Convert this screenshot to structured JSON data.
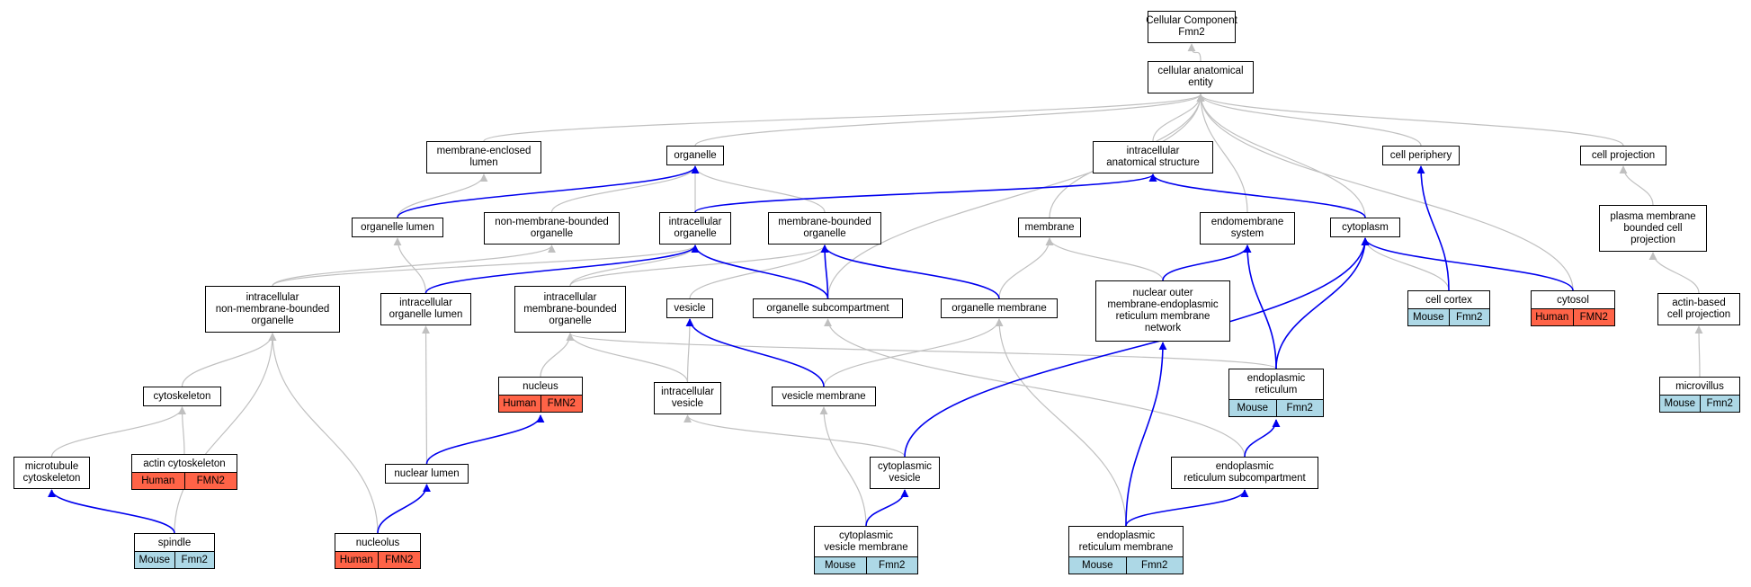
{
  "colors": {
    "edge_gray": "#c0c0c0",
    "edge_blue": "#0000ee",
    "mouse_bg": "#add8e6",
    "human_bg": "#ff6347"
  },
  "nodes": [
    {
      "id": "cc",
      "lines": [
        "Cellular Component",
        "Fmn2"
      ]
    },
    {
      "id": "cae",
      "lines": [
        "cellular anatomical",
        "entity"
      ]
    },
    {
      "id": "mel",
      "lines": [
        "membrane-enclosed",
        "lumen"
      ]
    },
    {
      "id": "org",
      "lines": [
        "organelle"
      ]
    },
    {
      "id": "ias",
      "lines": [
        "intracellular",
        "anatomical structure"
      ]
    },
    {
      "id": "cper",
      "lines": [
        "cell periphery"
      ]
    },
    {
      "id": "cproj",
      "lines": [
        "cell projection"
      ]
    },
    {
      "id": "orglum",
      "lines": [
        "organelle lumen"
      ]
    },
    {
      "id": "nmbo",
      "lines": [
        "non-membrane-bounded",
        "organelle"
      ]
    },
    {
      "id": "intorg",
      "lines": [
        "intracellular",
        "organelle"
      ]
    },
    {
      "id": "mbo",
      "lines": [
        "membrane-bounded",
        "organelle"
      ]
    },
    {
      "id": "mem",
      "lines": [
        "membrane"
      ]
    },
    {
      "id": "endo",
      "lines": [
        "endomembrane",
        "system"
      ]
    },
    {
      "id": "cyto",
      "lines": [
        "cytoplasm"
      ]
    },
    {
      "id": "pmbcp",
      "lines": [
        "plasma membrane",
        "bounded cell",
        "projection"
      ]
    },
    {
      "id": "inmbo",
      "lines": [
        "intracellular",
        "non-membrane-bounded",
        "organelle"
      ]
    },
    {
      "id": "iol",
      "lines": [
        "intracellular",
        "organelle lumen"
      ]
    },
    {
      "id": "imbo",
      "lines": [
        "intracellular",
        "membrane-bounded",
        "organelle"
      ]
    },
    {
      "id": "ves",
      "lines": [
        "vesicle"
      ]
    },
    {
      "id": "osub",
      "lines": [
        "organelle subcompartment"
      ]
    },
    {
      "id": "omem",
      "lines": [
        "organelle membrane"
      ]
    },
    {
      "id": "nuoer",
      "lines": [
        "nuclear outer",
        "membrane-endoplasmic",
        "reticulum membrane",
        "network"
      ]
    },
    {
      "id": "cortex",
      "lines": [
        "cell cortex"
      ]
    },
    {
      "id": "cytosol",
      "lines": [
        "cytosol"
      ]
    },
    {
      "id": "abcp",
      "lines": [
        "actin-based",
        "cell projection"
      ]
    },
    {
      "id": "csk",
      "lines": [
        "cytoskeleton"
      ]
    },
    {
      "id": "nuc",
      "lines": [
        "nucleus"
      ]
    },
    {
      "id": "iv",
      "lines": [
        "intracellular",
        "vesicle"
      ]
    },
    {
      "id": "vm",
      "lines": [
        "vesicle membrane"
      ]
    },
    {
      "id": "er",
      "lines": [
        "endoplasmic",
        "reticulum"
      ]
    },
    {
      "id": "mv",
      "lines": [
        "microvillus"
      ]
    },
    {
      "id": "mtc",
      "lines": [
        "microtubule",
        "cytoskeleton"
      ]
    },
    {
      "id": "acsk",
      "lines": [
        "actin cytoskeleton"
      ]
    },
    {
      "id": "nl",
      "lines": [
        "nuclear lumen"
      ]
    },
    {
      "id": "cv",
      "lines": [
        "cytoplasmic",
        "vesicle"
      ]
    },
    {
      "id": "ersub",
      "lines": [
        "endoplasmic",
        "reticulum subcompartment"
      ]
    },
    {
      "id": "spindle",
      "lines": [
        "spindle"
      ]
    },
    {
      "id": "nucleolus",
      "lines": [
        "nucleolus"
      ]
    },
    {
      "id": "cvm",
      "lines": [
        "cytoplasmic",
        "vesicle membrane"
      ]
    },
    {
      "id": "erm",
      "lines": [
        "endoplasmic",
        "reticulum membrane"
      ]
    }
  ],
  "annotations": [
    {
      "node": "cortex",
      "species": "Mouse",
      "gene": "Fmn2"
    },
    {
      "node": "cytosol",
      "species": "Human",
      "gene": "FMN2"
    },
    {
      "node": "nuc",
      "species": "Human",
      "gene": "FMN2"
    },
    {
      "node": "er",
      "species": "Mouse",
      "gene": "Fmn2"
    },
    {
      "node": "mv",
      "species": "Mouse",
      "gene": "Fmn2"
    },
    {
      "node": "acsk",
      "species": "Human",
      "gene": "FMN2"
    },
    {
      "node": "spindle",
      "species": "Mouse",
      "gene": "Fmn2"
    },
    {
      "node": "nucleolus",
      "species": "Human",
      "gene": "FMN2"
    },
    {
      "node": "cvm",
      "species": "Mouse",
      "gene": "Fmn2"
    },
    {
      "node": "erm",
      "species": "Mouse",
      "gene": "Fmn2"
    }
  ],
  "edges": [
    {
      "from": "cae",
      "to": "cc",
      "type": "gray"
    },
    {
      "from": "mel",
      "to": "cae",
      "type": "gray"
    },
    {
      "from": "org",
      "to": "cae",
      "type": "gray"
    },
    {
      "from": "ias",
      "to": "cae",
      "type": "gray"
    },
    {
      "from": "cper",
      "to": "cae",
      "type": "gray"
    },
    {
      "from": "cproj",
      "to": "cae",
      "type": "gray"
    },
    {
      "from": "mem",
      "to": "cae",
      "type": "gray"
    },
    {
      "from": "endo",
      "to": "cae",
      "type": "gray"
    },
    {
      "from": "cyto",
      "to": "cae",
      "type": "gray"
    },
    {
      "from": "osub",
      "to": "cae",
      "type": "gray"
    },
    {
      "from": "cytosol",
      "to": "cae",
      "type": "gray"
    },
    {
      "from": "orglum",
      "to": "mel",
      "type": "gray"
    },
    {
      "from": "nmbo",
      "to": "org",
      "type": "gray"
    },
    {
      "from": "intorg",
      "to": "org",
      "type": "gray"
    },
    {
      "from": "mbo",
      "to": "org",
      "type": "gray"
    },
    {
      "from": "inmbo",
      "to": "nmbo",
      "type": "gray"
    },
    {
      "from": "inmbo",
      "to": "intorg",
      "type": "gray"
    },
    {
      "from": "iol",
      "to": "orglum",
      "type": "gray"
    },
    {
      "from": "imbo",
      "to": "intorg",
      "type": "gray"
    },
    {
      "from": "imbo",
      "to": "mbo",
      "type": "gray"
    },
    {
      "from": "ves",
      "to": "mbo",
      "type": "gray"
    },
    {
      "from": "omem",
      "to": "mem",
      "type": "gray"
    },
    {
      "from": "nuoer",
      "to": "mem",
      "type": "gray"
    },
    {
      "from": "pmbcp",
      "to": "cproj",
      "type": "gray"
    },
    {
      "from": "abcp",
      "to": "pmbcp",
      "type": "gray"
    },
    {
      "from": "mv",
      "to": "abcp",
      "type": "gray"
    },
    {
      "from": "cortex",
      "to": "cyto",
      "type": "gray"
    },
    {
      "from": "csk",
      "to": "inmbo",
      "type": "gray"
    },
    {
      "from": "nuc",
      "to": "imbo",
      "type": "gray"
    },
    {
      "from": "iv",
      "to": "imbo",
      "type": "gray"
    },
    {
      "from": "iv",
      "to": "ves",
      "type": "gray"
    },
    {
      "from": "vm",
      "to": "omem",
      "type": "gray"
    },
    {
      "from": "er",
      "to": "imbo",
      "type": "gray"
    },
    {
      "from": "mtc",
      "to": "csk",
      "type": "gray"
    },
    {
      "from": "acsk",
      "to": "csk",
      "type": "gray"
    },
    {
      "from": "nl",
      "to": "iol",
      "type": "gray"
    },
    {
      "from": "cv",
      "to": "iv",
      "type": "gray"
    },
    {
      "from": "ersub",
      "to": "osub",
      "type": "gray"
    },
    {
      "from": "spindle",
      "to": "inmbo",
      "type": "gray"
    },
    {
      "from": "nucleolus",
      "to": "inmbo",
      "type": "gray"
    },
    {
      "from": "cvm",
      "to": "vm",
      "type": "gray"
    },
    {
      "from": "erm",
      "to": "omem",
      "type": "gray"
    },
    {
      "from": "orglum",
      "to": "org",
      "type": "blue"
    },
    {
      "from": "intorg",
      "to": "ias",
      "type": "blue"
    },
    {
      "from": "cyto",
      "to": "ias",
      "type": "blue"
    },
    {
      "from": "cortex",
      "to": "cper",
      "type": "blue"
    },
    {
      "from": "iol",
      "to": "intorg",
      "type": "blue"
    },
    {
      "from": "osub",
      "to": "intorg",
      "type": "blue"
    },
    {
      "from": "osub",
      "to": "mbo",
      "type": "blue"
    },
    {
      "from": "omem",
      "to": "mbo",
      "type": "blue"
    },
    {
      "from": "nuoer",
      "to": "endo",
      "type": "blue"
    },
    {
      "from": "er",
      "to": "endo",
      "type": "blue"
    },
    {
      "from": "er",
      "to": "cyto",
      "type": "blue"
    },
    {
      "from": "cytosol",
      "to": "cyto",
      "type": "blue"
    },
    {
      "from": "cv",
      "to": "cyto",
      "type": "blue"
    },
    {
      "from": "vm",
      "to": "ves",
      "type": "blue"
    },
    {
      "from": "nl",
      "to": "nuc",
      "type": "blue"
    },
    {
      "from": "nucleolus",
      "to": "nl",
      "type": "blue"
    },
    {
      "from": "ersub",
      "to": "er",
      "type": "blue"
    },
    {
      "from": "erm",
      "to": "nuoer",
      "type": "blue"
    },
    {
      "from": "erm",
      "to": "ersub",
      "type": "blue"
    },
    {
      "from": "spindle",
      "to": "mtc",
      "type": "blue"
    },
    {
      "from": "cvm",
      "to": "cv",
      "type": "blue"
    }
  ]
}
